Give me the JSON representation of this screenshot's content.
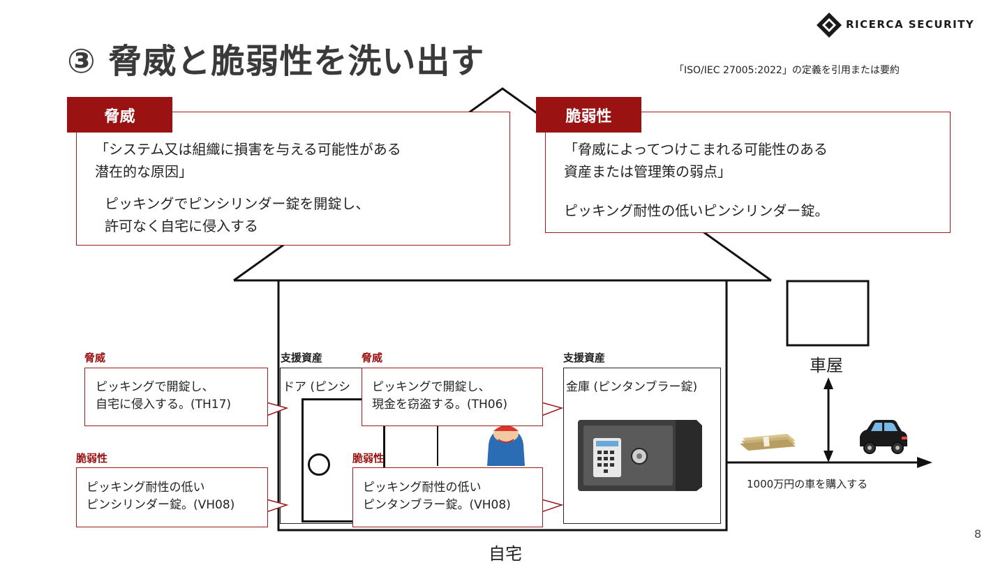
{
  "header": {
    "title": "③ 脅威と脆弱性を洗い出す",
    "logo_text": "RICERCA SECURITY",
    "citation": "「ISO/IEC 27005:2022」の定義を引用または要約"
  },
  "threat_panel": {
    "tag": "脅威",
    "definition_line1": "「システム又は組織に損害を与える可能性がある",
    "definition_line2": "潜在的な原因」",
    "example_line1": "ピッキングでピンシリンダー錠を開錠し、",
    "example_line2": "許可なく自宅に侵入する"
  },
  "vulnerability_panel": {
    "tag": "脆弱性",
    "definition_line1": "「脅威によってつけこまれる可能性のある",
    "definition_line2": "資産または管理策の弱点」",
    "example": "ピッキング耐性の低いピンシリンダー錠。"
  },
  "diagram": {
    "house_label": "自宅",
    "garage_label": "車屋",
    "purchase_label": "1000万円の車を購入する",
    "door": {
      "support_label": "支援資産",
      "name": "ドア (ピンシ"
    },
    "safe": {
      "support_label": "支援資産",
      "name": "金庫 (ピンタンブラー錠)"
    },
    "callouts": {
      "door_threat": {
        "label": "脅威",
        "line1": "ピッキングで開錠し、",
        "line2": "自宅に侵入する。(TH17)"
      },
      "door_vuln": {
        "label": "脆弱性",
        "line1": "ピッキング耐性の低い",
        "line2": "ピンシリンダー錠。(VH08)"
      },
      "safe_threat": {
        "label": "脅威",
        "line1": "ピッキングで開錠し、",
        "line2": "現金を窃盗する。(TH06)"
      },
      "safe_vuln": {
        "label": "脆弱性",
        "line1": "ピッキング耐性の低い",
        "line2": "ピンタンブラー錠。(VH08)"
      }
    }
  },
  "page_number": "8",
  "colors": {
    "accent": "#9b1212",
    "text": "#222222",
    "safe_body": "#4a4a4a",
    "car": "#1a1a1a"
  }
}
